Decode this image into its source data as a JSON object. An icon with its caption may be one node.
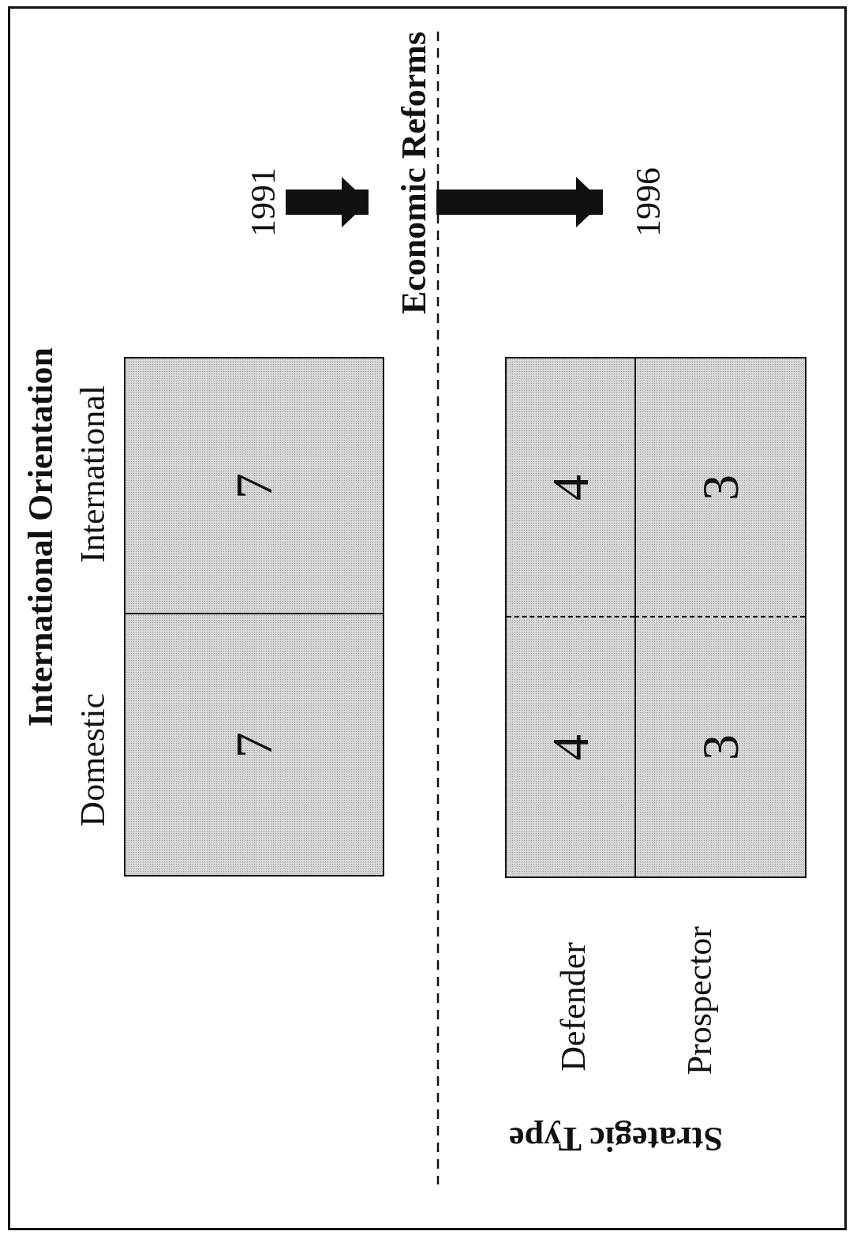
{
  "diagram": {
    "nodes": [
      {
        "text": [
          "1991"
        ]
      },
      {
        "text": [
          "Economic Reforms"
        ]
      },
      {
        "text": [
          "1996"
        ]
      },
      {
        "text": [],
        "shape": "box"
      },
      {
        "text": [
          "7"
        ],
        "in": 3
      },
      {
        "text": [
          "7"
        ],
        "in": 3
      },
      {
        "text": [],
        "shape": "box"
      },
      {
        "text": [
          "4"
        ],
        "in": 6
      },
      {
        "text": [
          "4"
        ],
        "in": 6
      },
      {
        "text": [
          "3"
        ],
        "in": 6
      },
      {
        "text": [
          "3"
        ],
        "in": 6
      }
    ],
    "edges": [
      {
        "from": 0,
        "to": 1,
        "arrow": "to"
      },
      {
        "from": 1,
        "to": 2,
        "arrow": "to"
      }
    ],
    "labels": [
      "International Orientation",
      "Domestic",
      "International",
      "Defender",
      "Prospector",
      "Strategic Type"
    ]
  }
}
